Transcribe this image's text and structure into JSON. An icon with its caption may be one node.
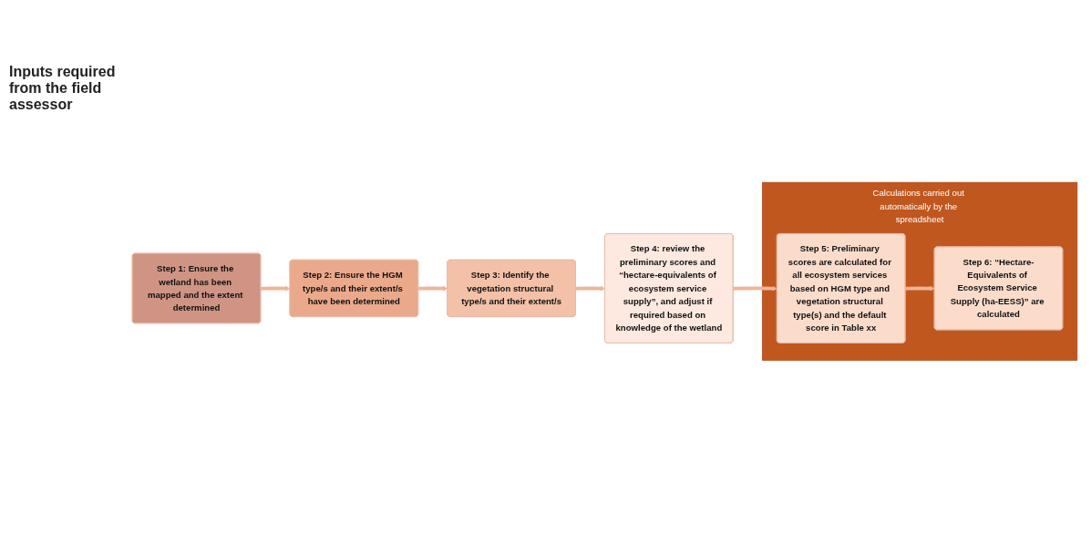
{
  "diagram": {
    "nodes": [
      {
        "text": [
          "Step 1: Ensure the wetland has been mapped and the extent determined"
        ]
      },
      {
        "text": [
          "Step 2: Ensure the HGM type/s and their extent/s have been determined"
        ]
      },
      {
        "text": [
          "Step 3: Identify the vegetation structural type/s and their extent/s"
        ]
      },
      {
        "text": [
          "Step 4: review the preliminary scores and “hectare-equivalents of ecosystem service supply”, and adjust if required based on knowledge of the wetland"
        ]
      },
      {
        "text": [
          "Calculations carried out automatically by the spreadsheet"
        ]
      },
      {
        "text": [
          "Step 5: Preliminary scores are calculated for all ecosystem services based on HGM type and vegetation structural type(s) and the default score in Table xx"
        ],
        "in": 4
      },
      {
        "text": [
          "Step 6: “Hectare-Equivalents of Ecosystem Service Supply (ha-EESS)” are calculated"
        ],
        "in": 4
      }
    ],
    "edges": [
      {
        "from": 0,
        "to": 1,
        "arrow": "to"
      },
      {
        "from": 1,
        "to": 2,
        "arrow": "to"
      },
      {
        "from": 2,
        "to": 3,
        "arrow": "to"
      },
      {
        "from": 3,
        "to": 5,
        "arrow": "to"
      },
      {
        "from": 5,
        "to": 6,
        "arrow": "to"
      }
    ],
    "labels": [
      "Inputs required from the field assessor"
    ]
  }
}
